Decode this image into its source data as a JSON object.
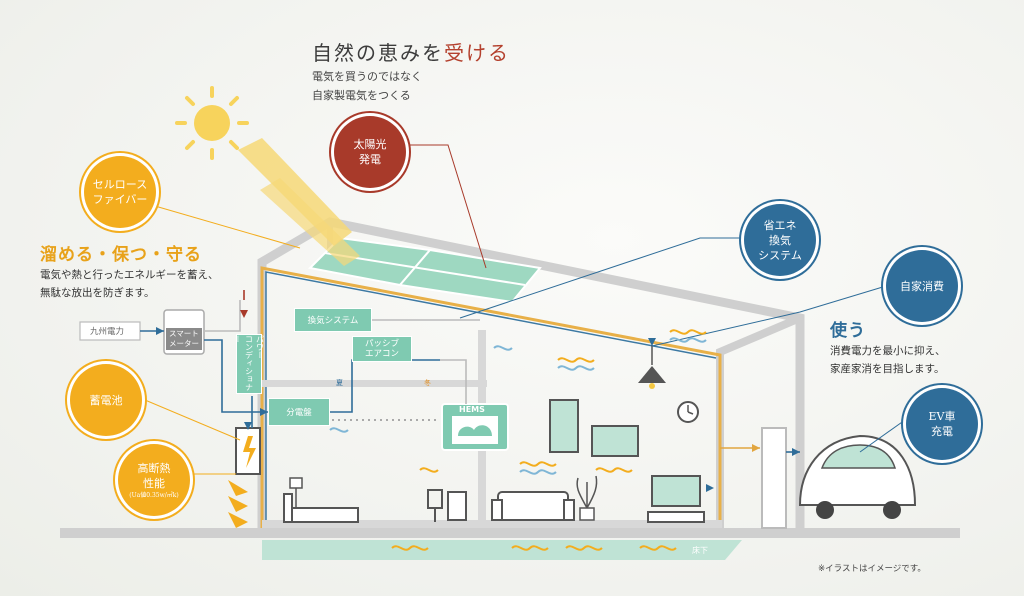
{
  "header": {
    "title_prefix": "自然の恵みを",
    "title_accent": "受ける",
    "line1": "電気を買うのではなく",
    "line2": "自家製電気をつくる"
  },
  "left_block": {
    "heading": "溜める・保つ・守る",
    "line1": "電気や熱と行ったエネルギーを蓄え、",
    "line2": "無駄な放出を防ぎます。"
  },
  "right_block": {
    "heading": "使う",
    "line1": "消費電力を最小に抑え、",
    "line2": "家産家消を目指します。"
  },
  "circles": {
    "solar": "太陽光\n発電",
    "cellulose": "セルロース\nファイバー",
    "battery": "蓄電池",
    "insulation": "高断熱\n性能",
    "insulation_sub": "(Ua値0.35w/㎡k)",
    "ventilation": "省エネ\n換気\nシステム",
    "self_consume": "自家消費",
    "ev": "EV車\n充電"
  },
  "labels": {
    "kyushu": "九州電力",
    "smart_meter": "スマート\nメーター",
    "power_conditioner": "パワー\nコンディショナー",
    "breaker": "分電盤",
    "vent_system": "換気システム",
    "passive_ac": "パッシブ\nエアコン",
    "hems": "HEMS",
    "summer": "夏",
    "winter": "冬",
    "floor_under": "床下",
    "note": "※イラストはイメージです。"
  },
  "colors": {
    "solar": "#a83a2a",
    "yellow": "#f3ad1e",
    "blue": "#2f6d99",
    "green": "#7fcab1",
    "house": "#c9c9c9",
    "wire": "#e2a640"
  }
}
